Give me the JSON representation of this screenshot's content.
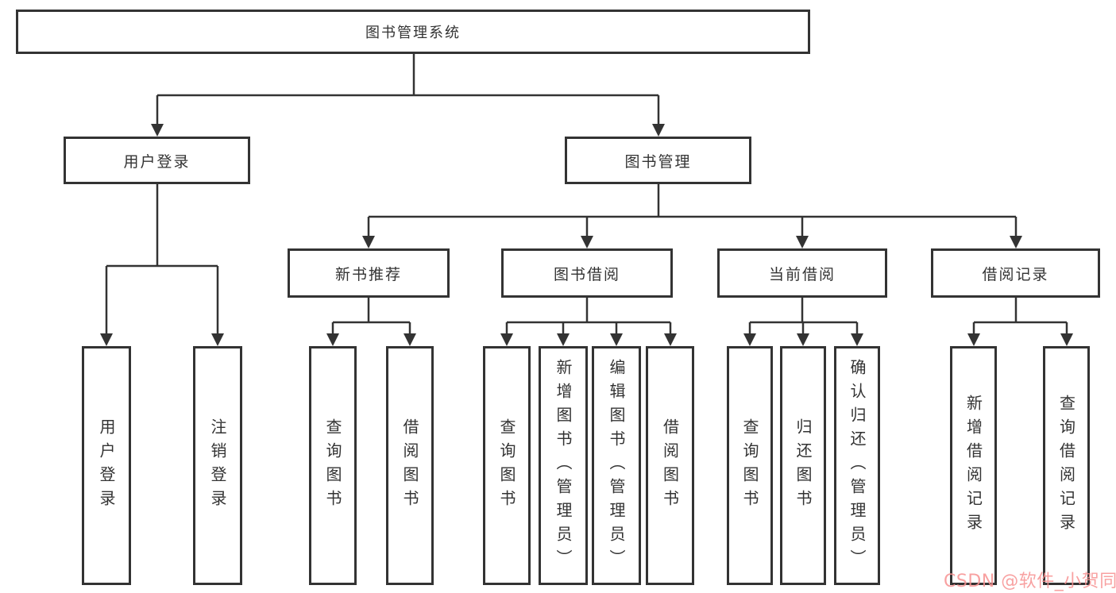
{
  "nodes": {
    "root": "图书管理系统",
    "user_login": "用户登录",
    "book_mgmt": "图书管理",
    "new_book_rec": "新书推荐",
    "book_borrow": "图书借阅",
    "current_borrow": "当前借阅",
    "borrow_records": "借阅记录"
  },
  "leaves": [
    {
      "parent": "用户登录",
      "label": "用户登录"
    },
    {
      "parent": "用户登录",
      "label": "注销登录"
    },
    {
      "parent": "新书推荐",
      "label": "查询图书"
    },
    {
      "parent": "新书推荐",
      "label": "借阅图书"
    },
    {
      "parent": "图书借阅",
      "label": "查询图书"
    },
    {
      "parent": "图书借阅",
      "label": "新增图书（管理员）"
    },
    {
      "parent": "图书借阅",
      "label": "编辑图书（管理员）"
    },
    {
      "parent": "图书借阅",
      "label": "借阅图书"
    },
    {
      "parent": "当前借阅",
      "label": "查询图书"
    },
    {
      "parent": "当前借阅",
      "label": "归还图书"
    },
    {
      "parent": "当前借阅",
      "label": "确认归还（管理员）"
    },
    {
      "parent": "借阅记录",
      "label": "新增借阅记录"
    },
    {
      "parent": "借阅记录",
      "label": "查询借阅记录"
    }
  ],
  "hierarchy": {
    "图书管理系统": [
      "用户登录",
      "图书管理"
    ],
    "用户登录": [
      "用户登录",
      "注销登录"
    ],
    "图书管理": [
      "新书推荐",
      "图书借阅",
      "当前借阅",
      "借阅记录"
    ]
  },
  "watermark": "CSDN @软件_小贺同学",
  "colors": {
    "line": "#333333",
    "box_border": "#333333",
    "box_fill": "#ffffff",
    "text": "#333333",
    "watermark": "#f79090",
    "background": "#ffffff"
  }
}
